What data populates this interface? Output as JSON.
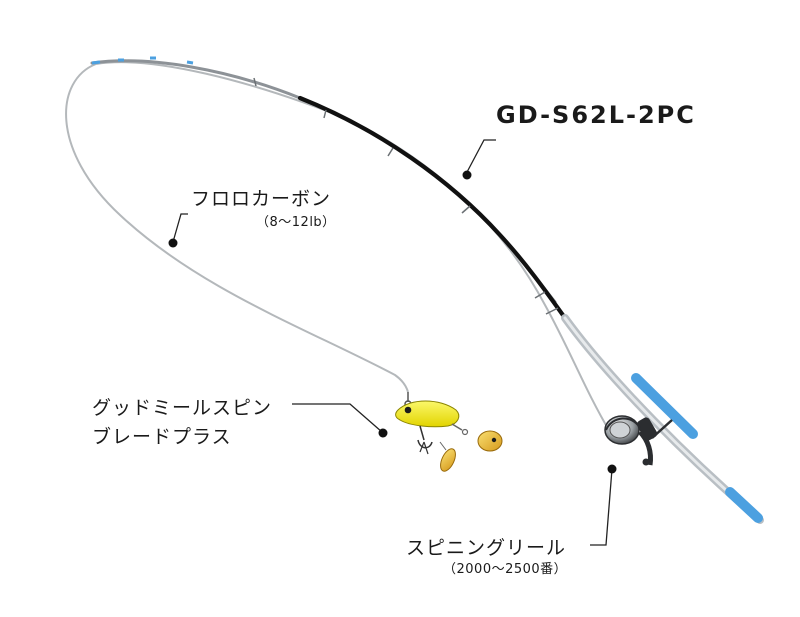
{
  "labels": {
    "rod_model": "GD-S62L-2PC",
    "line_name": "フロロカーボン",
    "line_spec": "（8〜12lb）",
    "lure_line1": "グッドミールスピン",
    "lure_line2": "ブレードプラス",
    "reel_name": "スピニングリール",
    "reel_spec": "（2000〜2500番）"
  },
  "colors": {
    "rod_blank": "#111111",
    "rod_butt": "#b9bfc4",
    "rod_accent": "#4ca0e0",
    "line": "#b4b8bb",
    "lure_body": "#f4ee12",
    "lure_blade": "#e8b528",
    "leader": "#222222"
  },
  "icons": [
    "spinning-reel-icon",
    "lure-icon",
    "rod-icon"
  ]
}
